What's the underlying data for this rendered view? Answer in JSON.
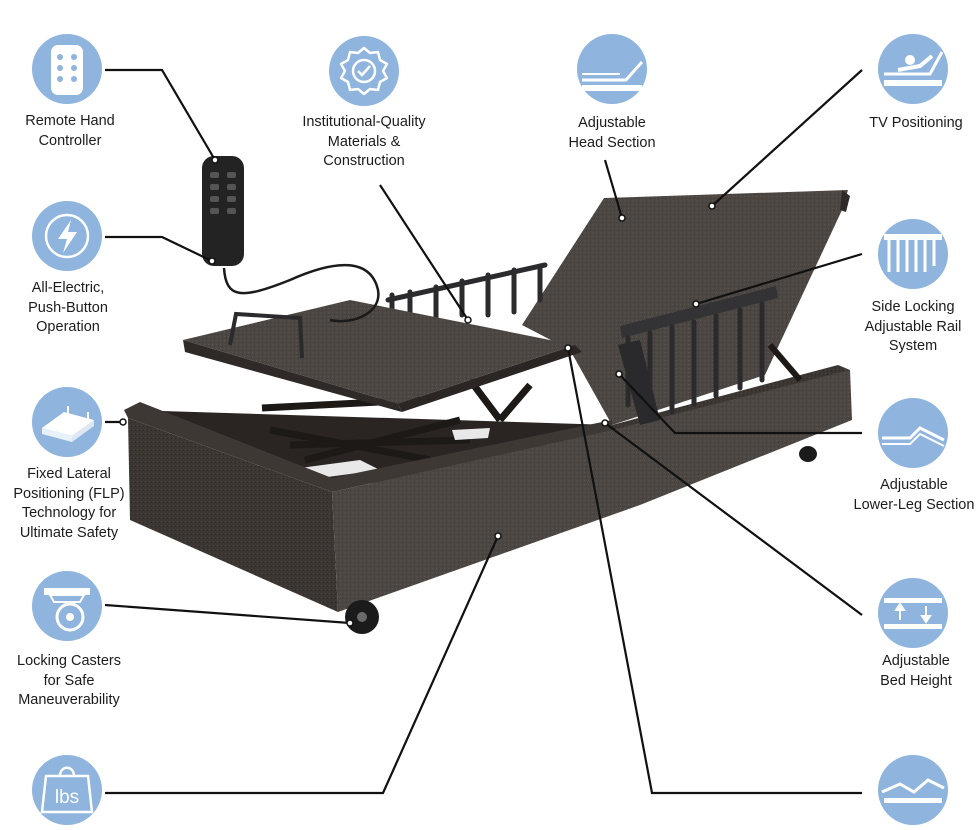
{
  "features": {
    "remote": {
      "label": "Remote Hand\nController",
      "icon": "remote-control-icon"
    },
    "materials": {
      "label": "Institutional-Quality\nMaterials &\nConstruction",
      "icon": "quality-badge-icon"
    },
    "head": {
      "label": "Adjustable\nHead Section",
      "icon": "head-section-icon"
    },
    "tv": {
      "label": "TV Positioning",
      "icon": "tv-position-icon"
    },
    "electric": {
      "label": "All-Electric,\nPush-Button\nOperation",
      "icon": "lightning-bolt-icon"
    },
    "rail": {
      "label": "Side Locking\nAdjustable Rail\nSystem",
      "icon": "side-rail-icon"
    },
    "flp": {
      "label": "Fixed Lateral\nPositioning (FLP)\nTechnology for\nUltimate Safety",
      "icon": "fixed-lateral-icon"
    },
    "legs": {
      "label": "Adjustable\nLower-Leg Section",
      "icon": "lower-leg-icon"
    },
    "casters": {
      "label": "Locking Casters\nfor Safe\nManeuverability",
      "icon": "caster-wheel-icon"
    },
    "height": {
      "label": "Adjustable\nBed Height",
      "icon": "bed-height-icon"
    },
    "weight": {
      "label": "",
      "icon": "weight-lbs-icon",
      "icon_text": "lbs"
    },
    "contour": {
      "label": "",
      "icon": "contour-icon"
    }
  },
  "colors": {
    "icon_circle": "#8fb4dd",
    "line": "#111111",
    "fabric": "#4a4440",
    "fabric_dark": "#2f2a27",
    "metal": "#3a3a3c"
  }
}
